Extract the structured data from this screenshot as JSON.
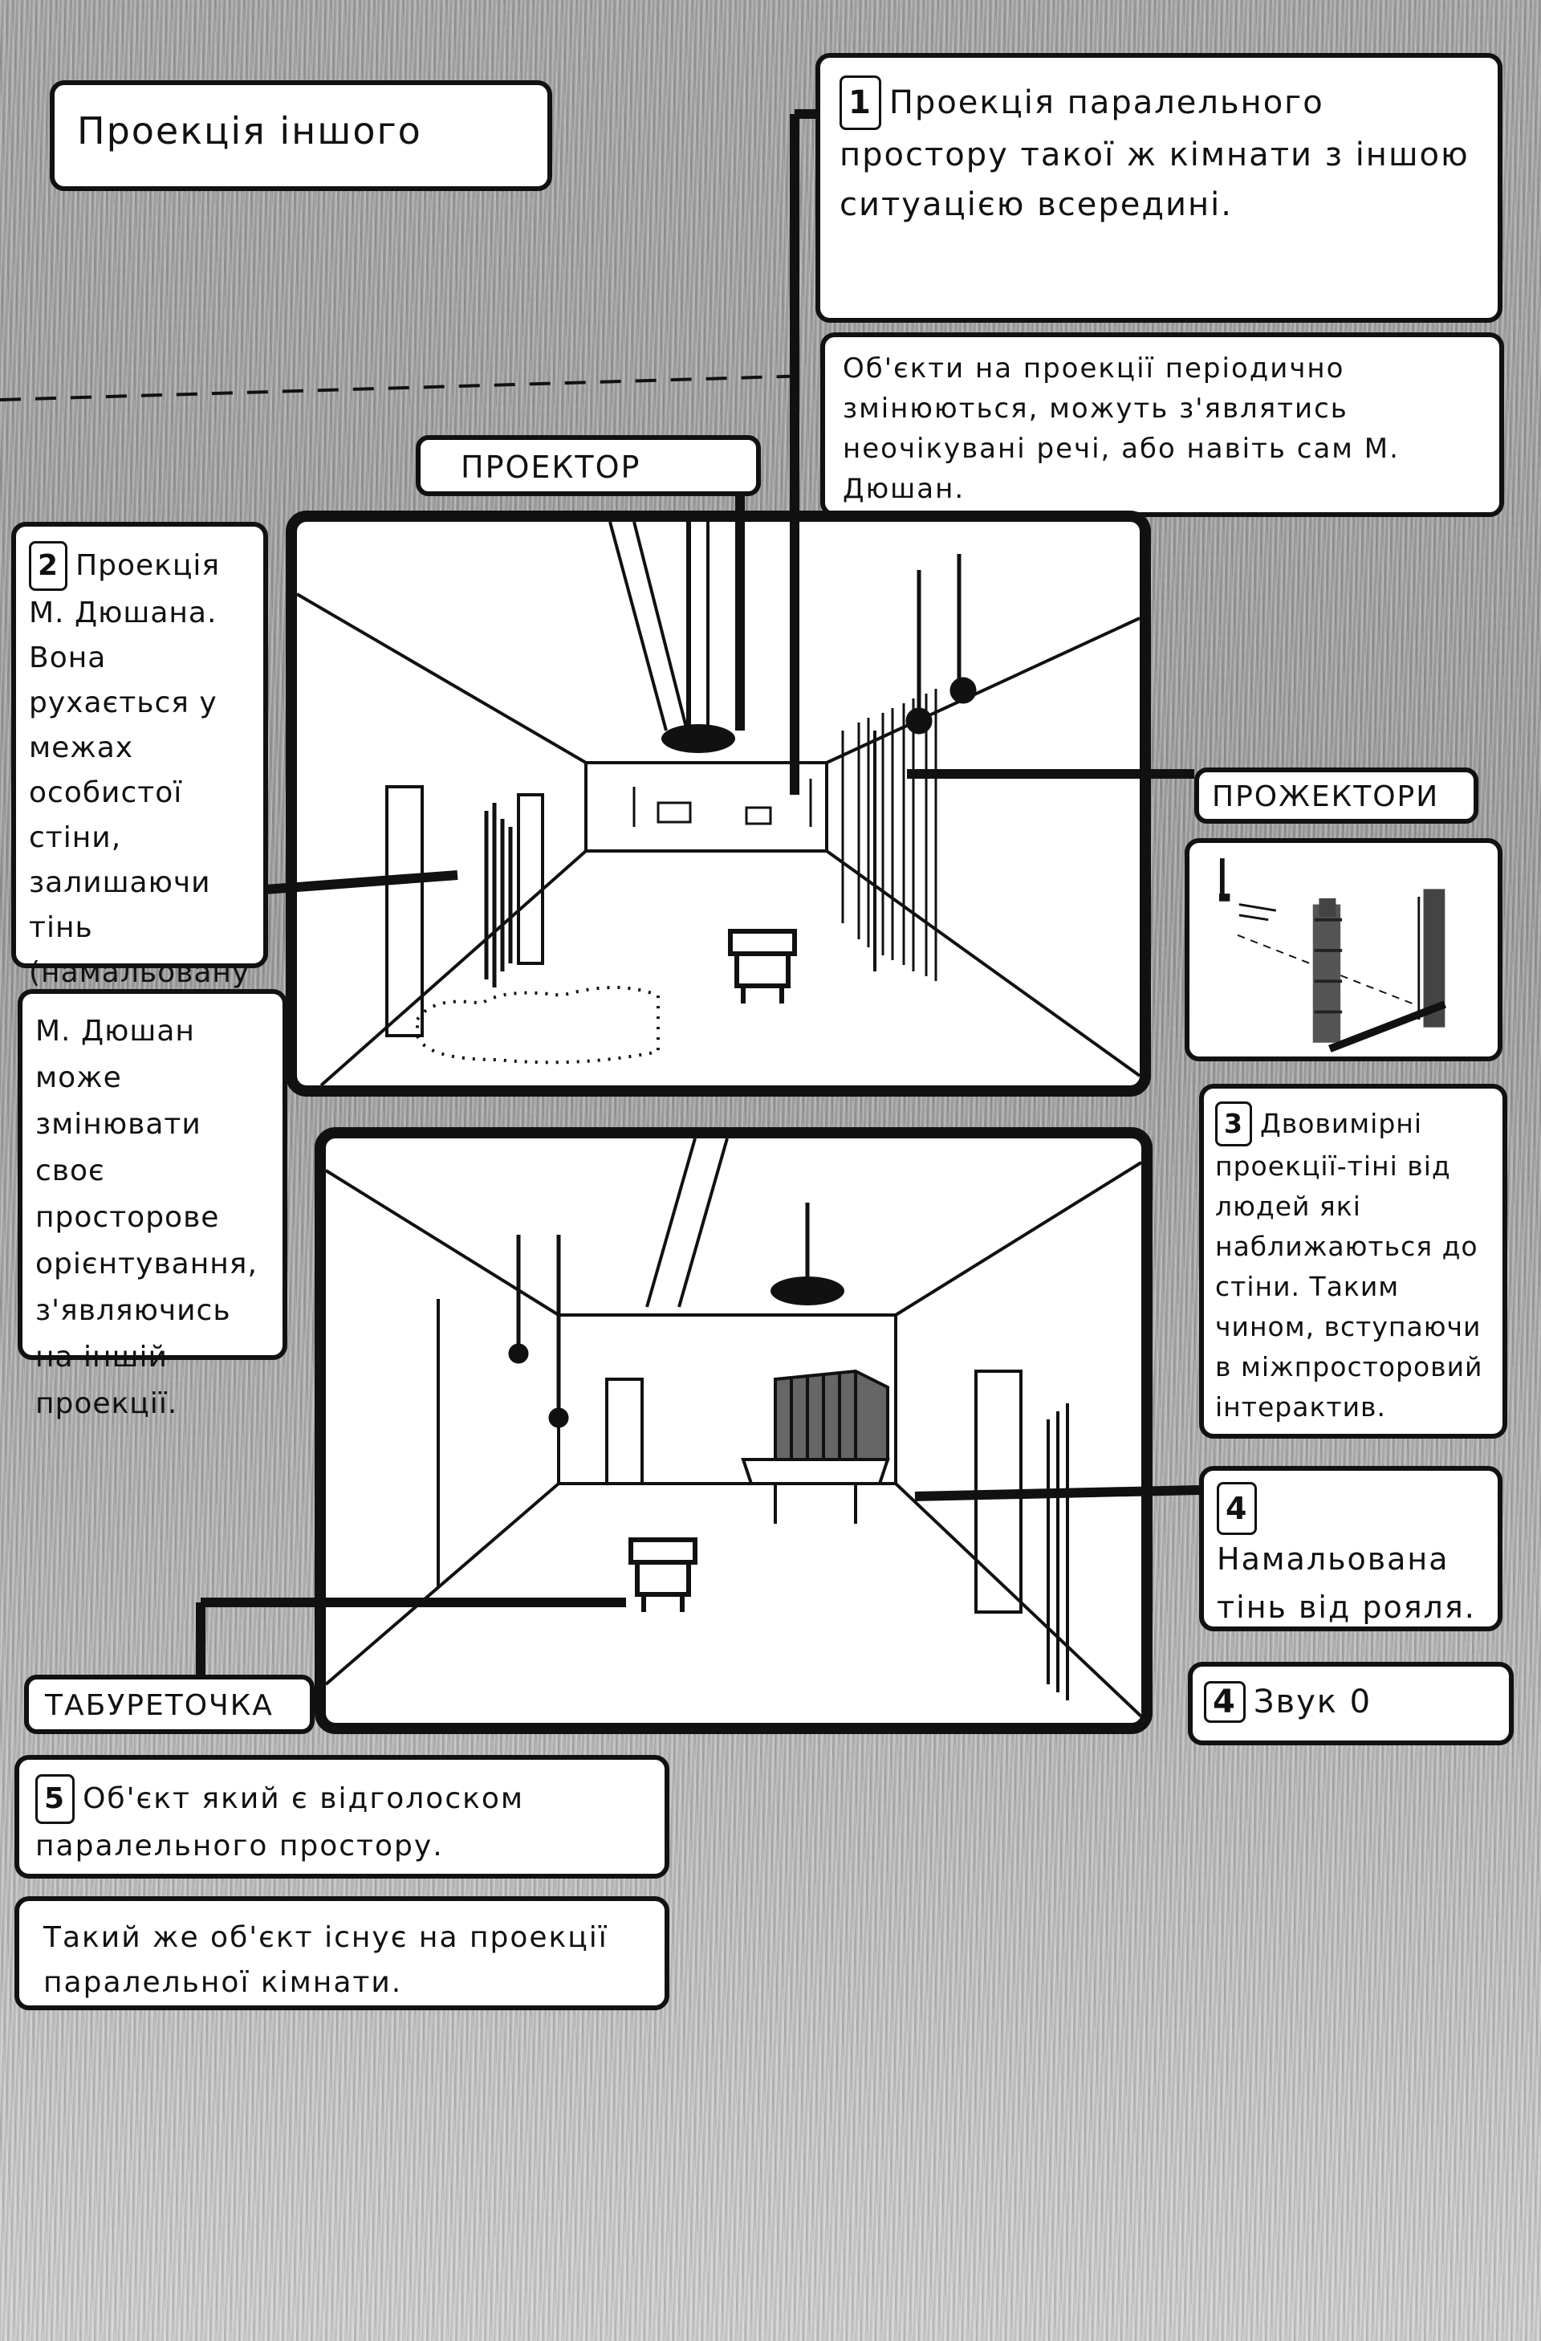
{
  "title": "Проекція іншого",
  "notes": {
    "n1_num": "1",
    "n1": "Проекція паралельного простору такої ж кімнати з іншою ситуацією всередині.",
    "n1b": "Об'єкти на проекції періодично змінюються, можуть з'являтись неочікувані речі, або навіть сам М. Дюшан.",
    "projector": "ПРОЕКТОР",
    "n2_num": "2",
    "n2": "Проекція М. Дюшана. Вона рухається у межах особистої стіни, залишаючи тінь (намальовану на самій стіні)",
    "n2b": "М. Дюшан може змінювати своє просторове орієнтування, з'являючись на іншій проекції.",
    "spotlights": "ПРОЖЕКТОРИ",
    "n3_num": "3",
    "n3": "Двовимірні проекції-тіні від людей які наближаються до стіни. Таким чином, вступаючи в міжпросторовий інтерактив.",
    "n4_num": "4",
    "n4": "Намальована тінь від рояля.",
    "n4b_num": "4",
    "n4b": "Звук 0",
    "stool": "ТАБУРЕТОЧКА",
    "n5_num": "5",
    "n5": "Об'єкт який є відголоском паралельного простору.",
    "n5b": "Такий же об'єкт існує на проекції паралельної кімнати."
  },
  "colors": {
    "ink": "#111111",
    "paper": "#ffffff",
    "pencil": "#a9a9a9"
  }
}
